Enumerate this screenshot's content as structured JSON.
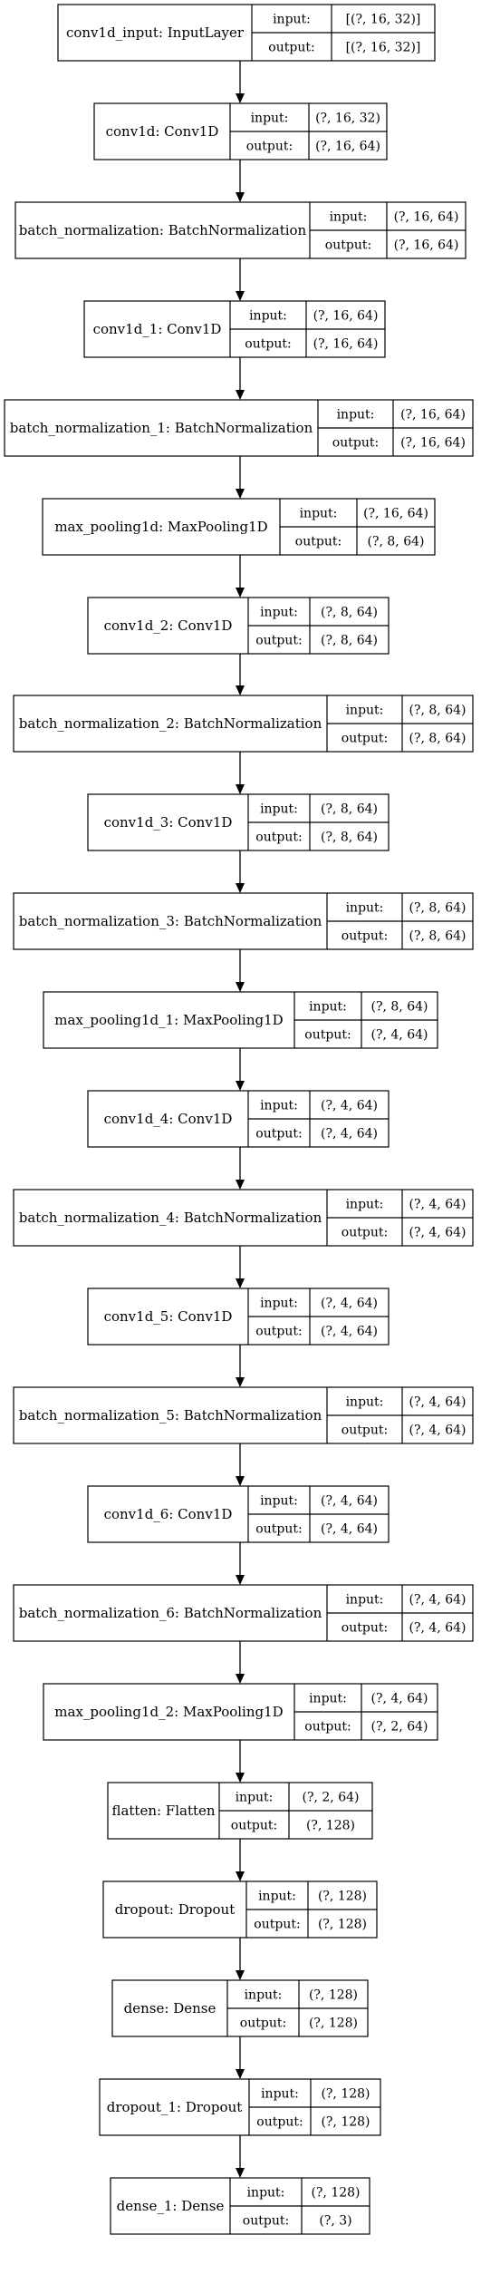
{
  "nodes": [
    {
      "name": "conv1d_input: InputLayer",
      "input_label": "input:",
      "output_label": "output:",
      "input": "[(?, 16, 32)]",
      "output": "[(?, 16, 32)]"
    },
    {
      "name": "conv1d: Conv1D",
      "input_label": "input:",
      "output_label": "output:",
      "input": "(?, 16, 32)",
      "output": "(?, 16, 64)"
    },
    {
      "name": "batch_normalization: BatchNormalization",
      "input_label": "input:",
      "output_label": "output:",
      "input": "(?, 16, 64)",
      "output": "(?, 16, 64)"
    },
    {
      "name": "conv1d_1: Conv1D",
      "input_label": "input:",
      "output_label": "output:",
      "input": "(?, 16, 64)",
      "output": "(?, 16, 64)"
    },
    {
      "name": "batch_normalization_1: BatchNormalization",
      "input_label": "input:",
      "output_label": "output:",
      "input": "(?, 16, 64)",
      "output": "(?, 16, 64)"
    },
    {
      "name": "max_pooling1d: MaxPooling1D",
      "input_label": "input:",
      "output_label": "output:",
      "input": "(?, 16, 64)",
      "output": "(?, 8, 64)"
    },
    {
      "name": "conv1d_2: Conv1D",
      "input_label": "input:",
      "output_label": "output:",
      "input": "(?, 8, 64)",
      "output": "(?, 8, 64)"
    },
    {
      "name": "batch_normalization_2: BatchNormalization",
      "input_label": "input:",
      "output_label": "output:",
      "input": "(?, 8, 64)",
      "output": "(?, 8, 64)"
    },
    {
      "name": "conv1d_3: Conv1D",
      "input_label": "input:",
      "output_label": "output:",
      "input": "(?, 8, 64)",
      "output": "(?, 8, 64)"
    },
    {
      "name": "batch_normalization_3: BatchNormalization",
      "input_label": "input:",
      "output_label": "output:",
      "input": "(?, 8, 64)",
      "output": "(?, 8, 64)"
    },
    {
      "name": "max_pooling1d_1: MaxPooling1D",
      "input_label": "input:",
      "output_label": "output:",
      "input": "(?, 8, 64)",
      "output": "(?, 4, 64)"
    },
    {
      "name": "conv1d_4: Conv1D",
      "input_label": "input:",
      "output_label": "output:",
      "input": "(?, 4, 64)",
      "output": "(?, 4, 64)"
    },
    {
      "name": "batch_normalization_4: BatchNormalization",
      "input_label": "input:",
      "output_label": "output:",
      "input": "(?, 4, 64)",
      "output": "(?, 4, 64)"
    },
    {
      "name": "conv1d_5: Conv1D",
      "input_label": "input:",
      "output_label": "output:",
      "input": "(?, 4, 64)",
      "output": "(?, 4, 64)"
    },
    {
      "name": "batch_normalization_5: BatchNormalization",
      "input_label": "input:",
      "output_label": "output:",
      "input": "(?, 4, 64)",
      "output": "(?, 4, 64)"
    },
    {
      "name": "conv1d_6: Conv1D",
      "input_label": "input:",
      "output_label": "output:",
      "input": "(?, 4, 64)",
      "output": "(?, 4, 64)"
    },
    {
      "name": "batch_normalization_6: BatchNormalization",
      "input_label": "input:",
      "output_label": "output:",
      "input": "(?, 4, 64)",
      "output": "(?, 4, 64)"
    },
    {
      "name": "max_pooling1d_2: MaxPooling1D",
      "input_label": "input:",
      "output_label": "output:",
      "input": "(?, 4, 64)",
      "output": "(?, 2, 64)"
    },
    {
      "name": "flatten: Flatten",
      "input_label": "input:",
      "output_label": "output:",
      "input": "(?, 2, 64)",
      "output": "(?, 128)"
    },
    {
      "name": "dropout: Dropout",
      "input_label": "input:",
      "output_label": "output:",
      "input": "(?, 128)",
      "output": "(?, 128)"
    },
    {
      "name": "dense: Dense",
      "input_label": "input:",
      "output_label": "output:",
      "input": "(?, 128)",
      "output": "(?, 128)"
    },
    {
      "name": "dropout_1: Dropout",
      "input_label": "input:",
      "output_label": "output:",
      "input": "(?, 128)",
      "output": "(?, 128)"
    },
    {
      "name": "dense_1: Dense",
      "input_label": "input:",
      "output_label": "output:",
      "input": "(?, 128)",
      "output": "(?, 3)"
    }
  ]
}
